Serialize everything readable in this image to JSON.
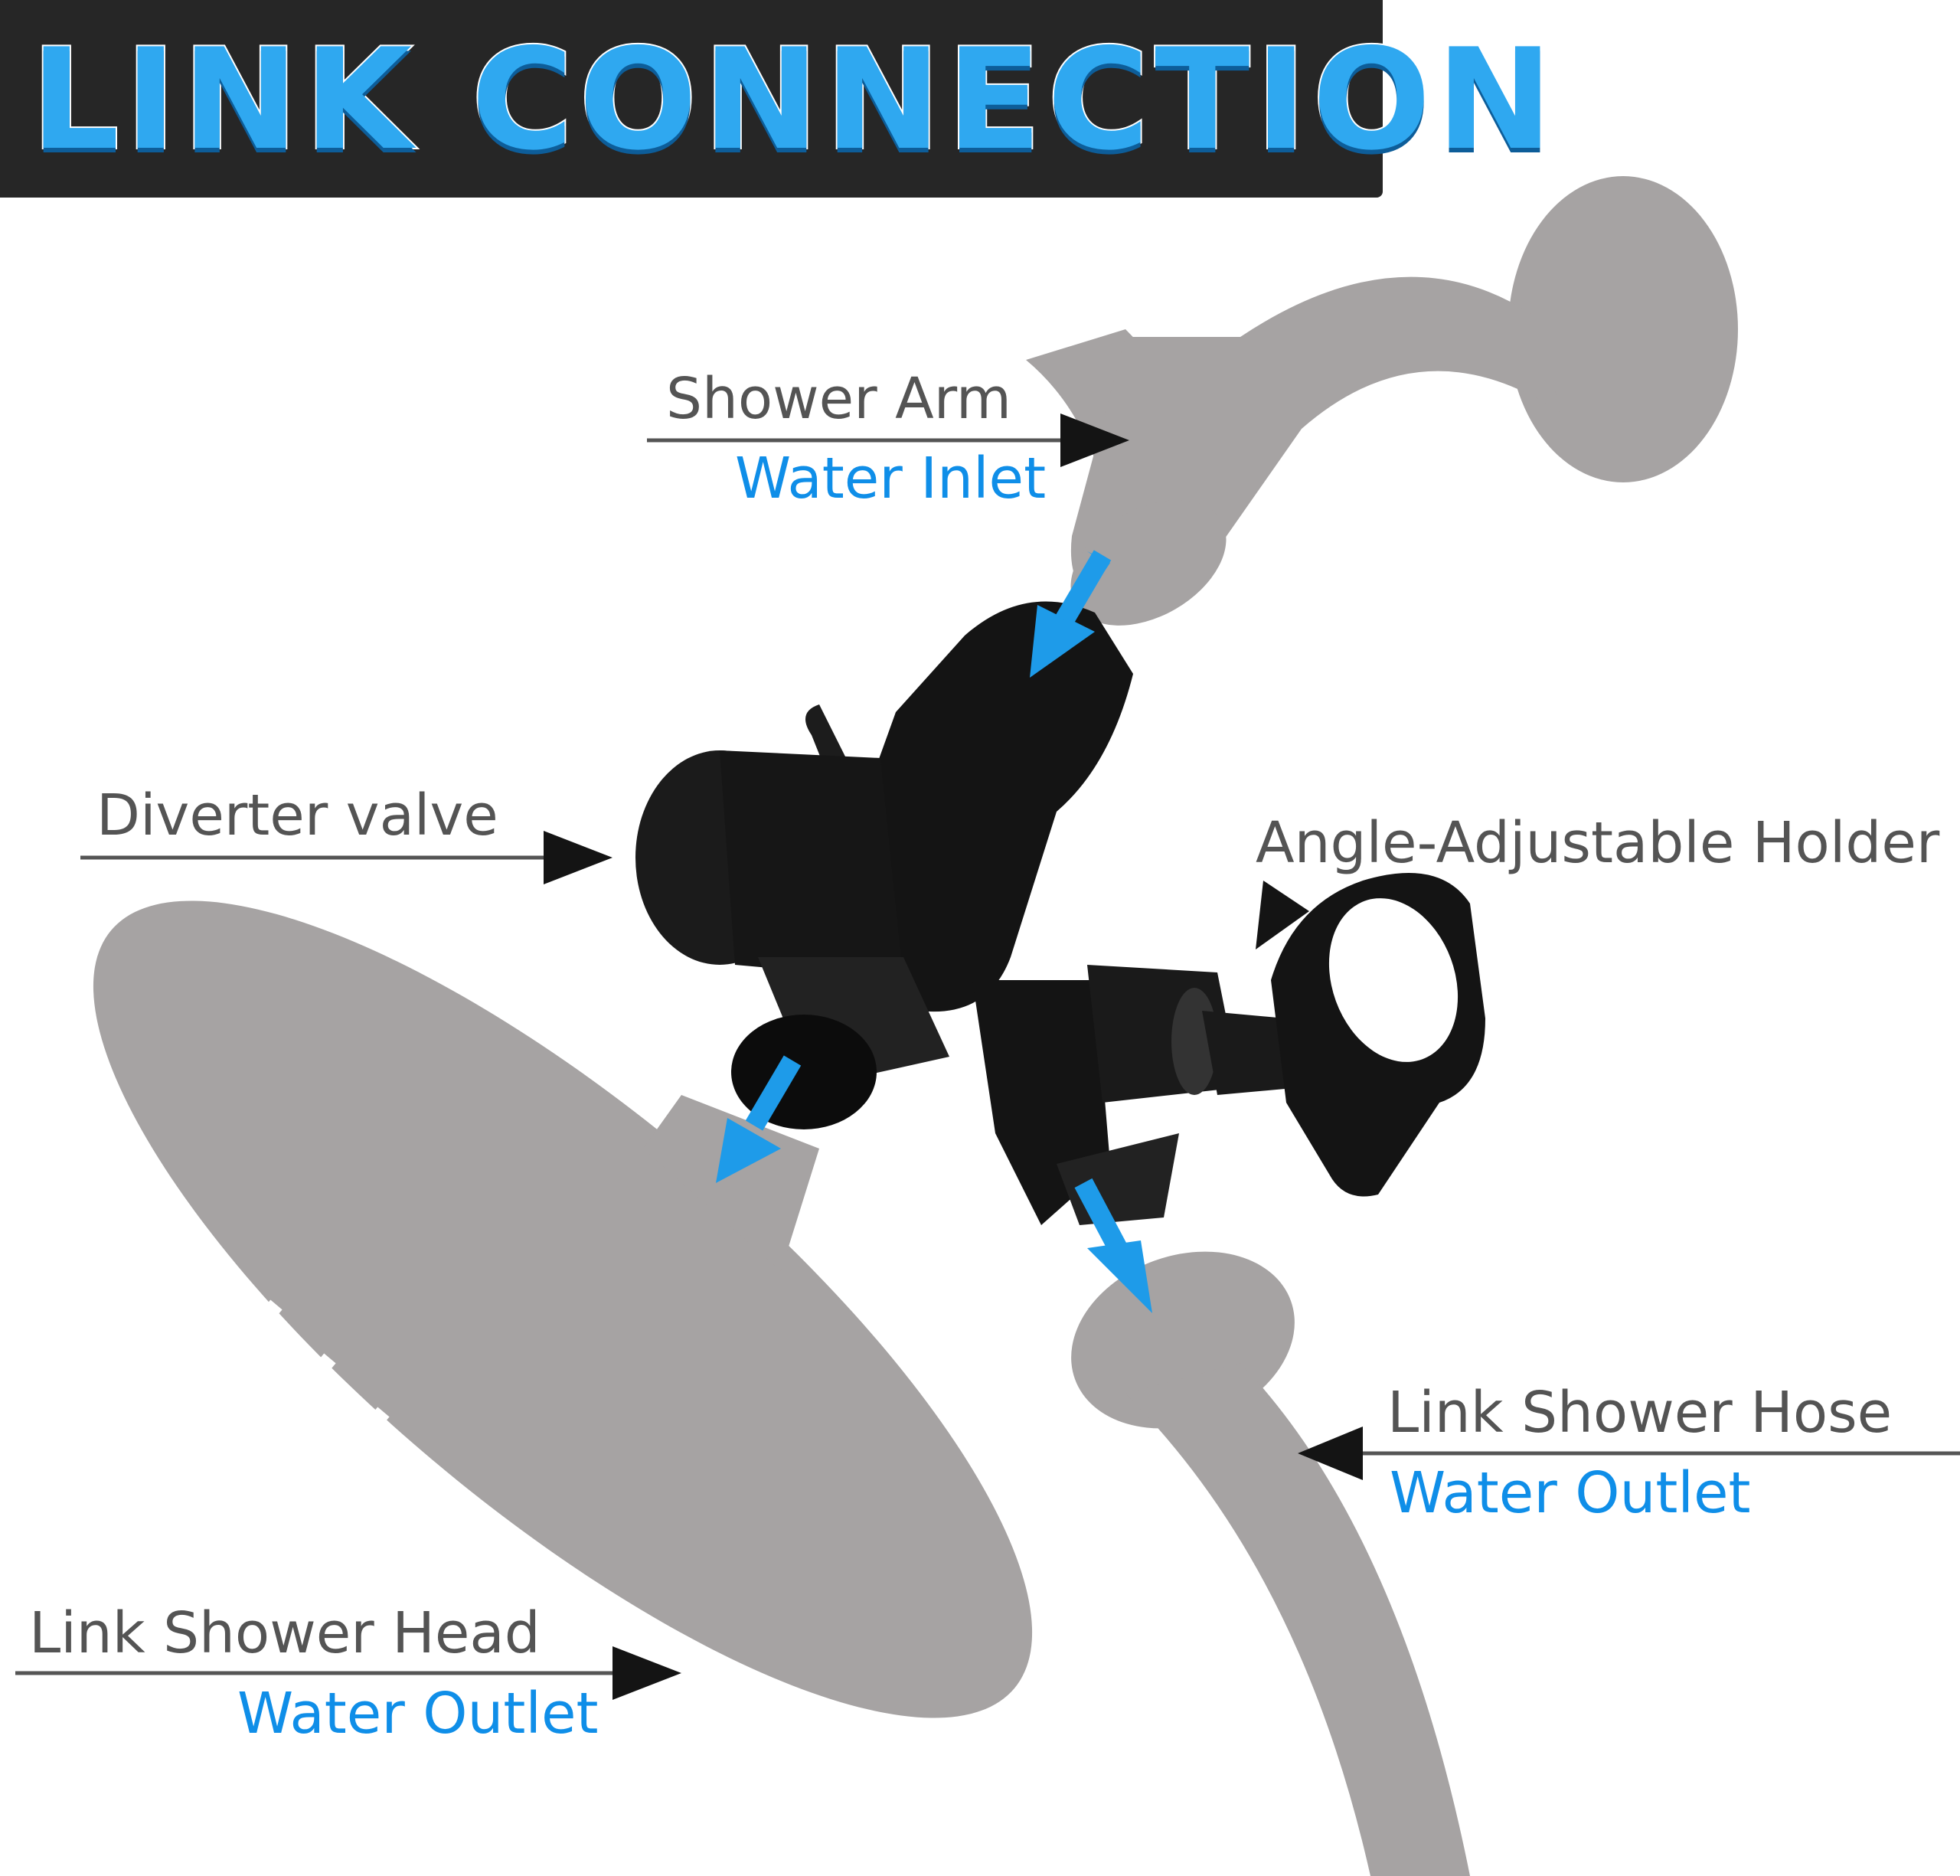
{
  "title": "LINK CONNECTION",
  "colors": {
    "banner_bg": "#262626",
    "title_blue": "#2fa8f0",
    "label_gray": "#545454",
    "label_blue": "#0f8ee8",
    "flow_arrow": "#1e9be9",
    "part_gray": "#a6a3a3",
    "valve_black": "#141414"
  },
  "callouts": {
    "shower_arm": {
      "name": "Shower Arm",
      "role": "Water Inlet"
    },
    "diverter_valve": {
      "name": "Diverter valve"
    },
    "holder": {
      "name": "Angle-Adjustable Holder"
    },
    "shower_hose": {
      "name": "Link Shower Hose",
      "role": "Water Outlet"
    },
    "shower_head": {
      "name": "Link Shower Head",
      "role": "Water Outlet"
    }
  }
}
